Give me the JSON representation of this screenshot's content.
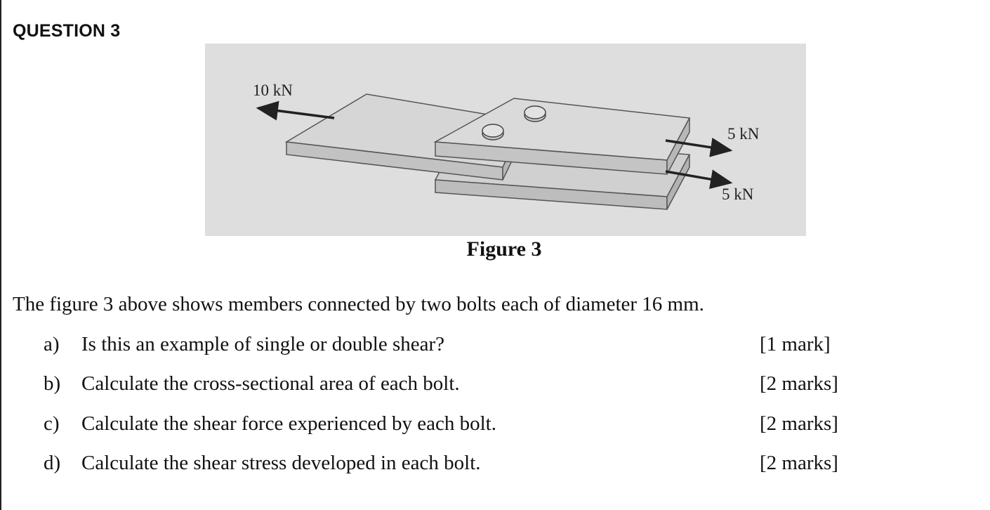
{
  "heading": "QUESTION 3",
  "figure": {
    "force_left": "10 kN",
    "force_right_top": "5 kN",
    "force_right_bottom": "5 kN",
    "caption": "Figure 3"
  },
  "intro": "The figure 3 above shows members connected by two bolts each of diameter 16 mm.",
  "questions": [
    {
      "letter": "a)",
      "text": "Is this an example of single or double shear?",
      "marks": "[1 mark]"
    },
    {
      "letter": "b)",
      "text": "Calculate the cross-sectional area of each bolt.",
      "marks": "[2 marks]"
    },
    {
      "letter": "c)",
      "text": "Calculate the shear force experienced by each bolt.",
      "marks": "[2 marks]"
    },
    {
      "letter": "d)",
      "text": "Calculate the shear stress developed in each bolt.",
      "marks": "[2 marks]"
    }
  ],
  "colors": {
    "figure_background": "#dedede",
    "plate_top": "#d2d2d2",
    "plate_side": "#bdbdbd"
  }
}
